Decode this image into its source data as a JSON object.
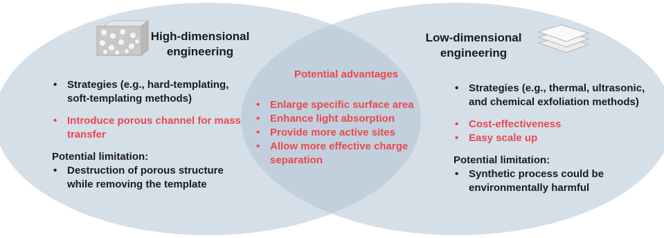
{
  "left": {
    "title_line1": "High-dimensional",
    "title_line2": "engineering",
    "strategies": "Strategies (e.g., hard-templating, soft-templating methods)",
    "advantage": "Introduce porous channel for mass transfer",
    "limitation_heading": "Potential limitation:",
    "limitation": "Destruction of porous structure while removing the template",
    "icon": "porous-block-icon"
  },
  "center": {
    "heading": "Potential advantages",
    "items": [
      "Enlarge specific surface area",
      "Enhance light absorption",
      "Provide more active sites",
      "Allow more effective charge separation"
    ]
  },
  "right": {
    "title_line1": "Low-dimensional",
    "title_line2": "engineering",
    "strategies": "Strategies (e.g., thermal, ultrasonic, and chemical exfoliation methods)",
    "advantages": [
      "Cost-effectiveness",
      "Easy scale up"
    ],
    "limitation_heading": "Potential limitation:",
    "limitation": "Synthetic process could be environmentally harmful",
    "icon": "stacked-sheets-icon"
  },
  "colors": {
    "ellipse_fill": "#d5dfe8",
    "overlap_fill": "#c2d0dd",
    "accent_red": "#e8484e",
    "text": "#1a1a1a"
  }
}
